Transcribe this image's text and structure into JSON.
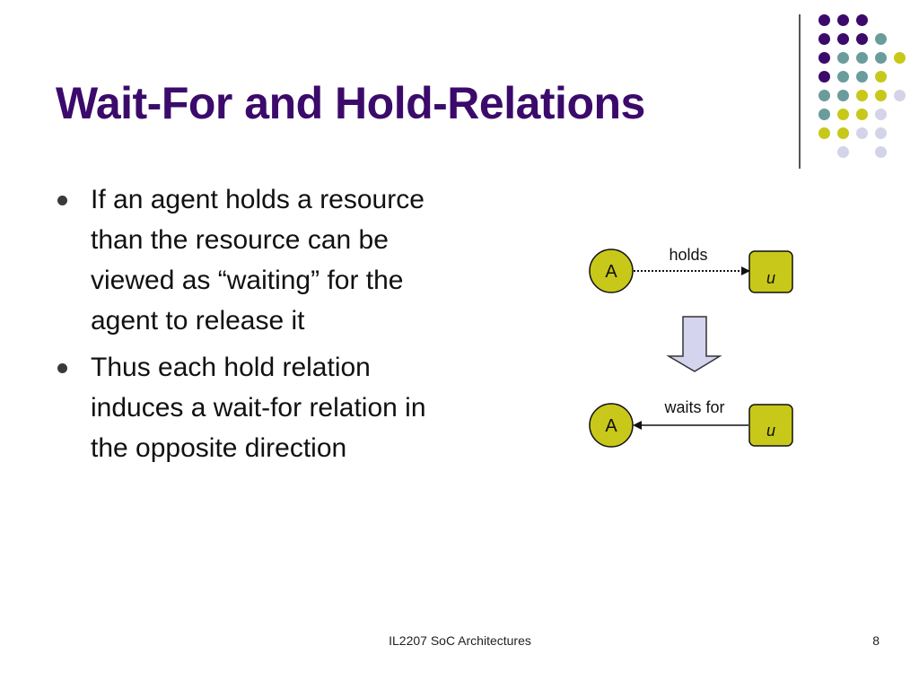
{
  "slide": {
    "title": "Wait-For and Hold-Relations",
    "bullets": [
      "If an agent holds a resource than the resource can be viewed as “waiting” for the agent to release it",
      "Thus each hold relation induces a wait-for relation in the opposite direction"
    ],
    "footer": "IL2207 SoC Architectures",
    "page_number": "8"
  },
  "diagram": {
    "hold": {
      "agent": "A",
      "resource": "u",
      "edge_label": "holds"
    },
    "waitfor": {
      "agent": "A",
      "resource": "u",
      "edge_label": "waits for"
    }
  },
  "colors": {
    "title": "#3b0a6b",
    "purple": "#3b0a6b",
    "teal": "#6b9c9c",
    "lime": "#c8c81a",
    "lavender": "#d4d4e8",
    "node_fill": "#c8c81a",
    "arrow_fill": "#d4d4ee"
  },
  "decor": {
    "dot_grid": [
      [
        "purple",
        "purple",
        "purple",
        "",
        ""
      ],
      [
        "purple",
        "purple",
        "purple",
        "teal",
        ""
      ],
      [
        "purple",
        "teal",
        "teal",
        "teal",
        "lime"
      ],
      [
        "purple",
        "teal",
        "teal",
        "lime",
        ""
      ],
      [
        "teal",
        "teal",
        "lime",
        "lime",
        "lavender"
      ],
      [
        "teal",
        "lime",
        "lime",
        "lavender",
        ""
      ],
      [
        "lime",
        "lime",
        "lavender",
        "lavender",
        ""
      ],
      [
        "",
        "lavender",
        "",
        "lavender",
        ""
      ]
    ]
  }
}
